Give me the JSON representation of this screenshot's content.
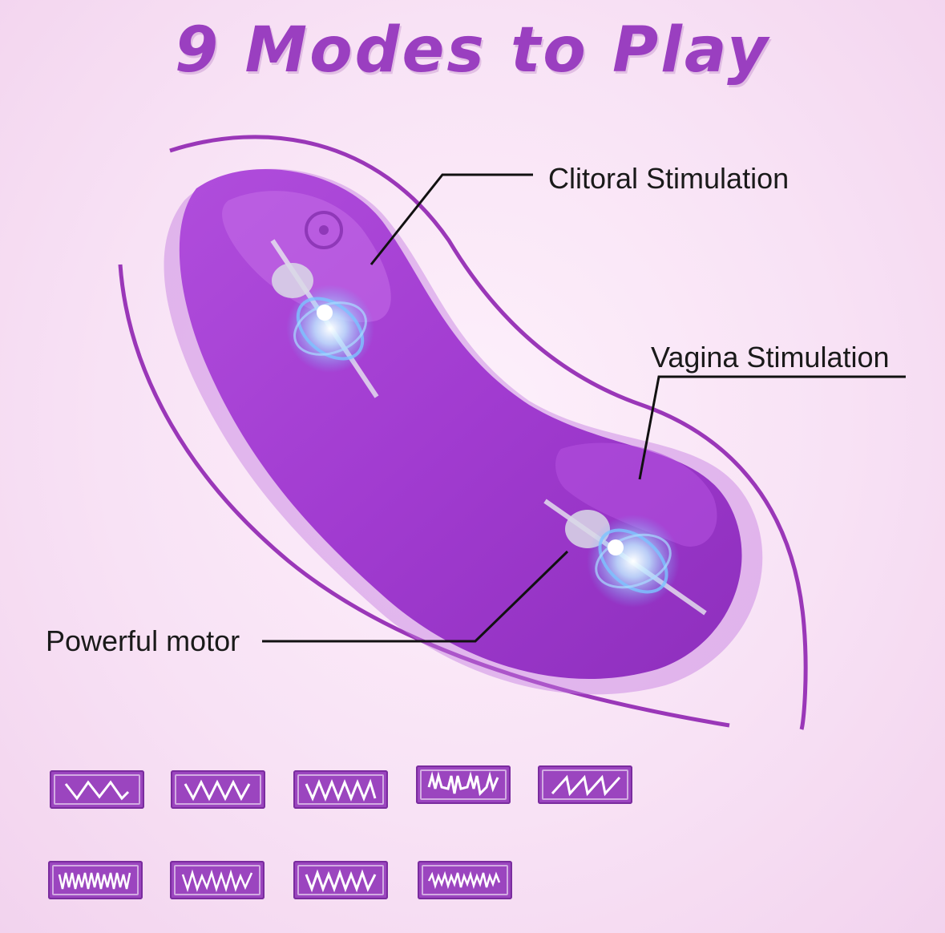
{
  "title": "9 Modes to Play",
  "labels": {
    "clitoral": "Clitoral Stimulation",
    "vagina": "Vagina Stimulation",
    "motor": "Powerful motor"
  },
  "colors": {
    "title": "#9a3fc0",
    "product": "#a43fd0",
    "mode_box": "#9b45bf",
    "background": "#f8e2f5"
  },
  "modes": [
    {
      "icon": "wave-mode-1-icon"
    },
    {
      "icon": "wave-mode-2-icon"
    },
    {
      "icon": "wave-mode-3-icon"
    },
    {
      "icon": "wave-mode-4-icon"
    },
    {
      "icon": "wave-mode-5-icon"
    },
    {
      "icon": "wave-mode-6-icon"
    },
    {
      "icon": "wave-mode-7-icon"
    },
    {
      "icon": "wave-mode-8-icon"
    },
    {
      "icon": "wave-mode-9-icon"
    }
  ]
}
